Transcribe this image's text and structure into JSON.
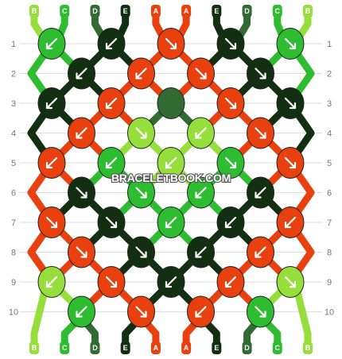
{
  "watermark": "BRACELETBOOK.COM",
  "colors": {
    "A": "#e8400f",
    "B": "#96de3c",
    "C": "#2ebd31",
    "D": "#316b32",
    "E": "#132f11"
  },
  "top_letters": [
    "B",
    "C",
    "D",
    "E",
    "A",
    "A",
    "E",
    "D",
    "C",
    "B"
  ],
  "bottom_letters": [
    "B",
    "C",
    "D",
    "E",
    "A",
    "A",
    "E",
    "D",
    "C",
    "B"
  ],
  "row_numbers": [
    "1",
    "2",
    "3",
    "4",
    "5",
    "6",
    "7",
    "8",
    "9",
    "10"
  ],
  "knots": [
    {
      "row": 1,
      "col": 1,
      "color": "C",
      "dir": "down-left"
    },
    {
      "row": 1,
      "col": 3,
      "color": "E",
      "dir": "down-left"
    },
    {
      "row": 1,
      "col": 5,
      "color": "A",
      "dir": "down-right"
    },
    {
      "row": 1,
      "col": 7,
      "color": "E",
      "dir": "down-right"
    },
    {
      "row": 1,
      "col": 9,
      "color": "C",
      "dir": "down-right"
    },
    {
      "row": 2,
      "col": 2,
      "color": "E",
      "dir": "down-left"
    },
    {
      "row": 2,
      "col": 4,
      "color": "A",
      "dir": "down-left"
    },
    {
      "row": 2,
      "col": 6,
      "color": "A",
      "dir": "down-right"
    },
    {
      "row": 2,
      "col": 8,
      "color": "E",
      "dir": "down-right"
    },
    {
      "row": 3,
      "col": 1,
      "color": "E",
      "dir": "down-left"
    },
    {
      "row": 3,
      "col": 3,
      "color": "A",
      "dir": "down-left"
    },
    {
      "row": 3,
      "col": 5,
      "color": "D",
      "dir": "none"
    },
    {
      "row": 3,
      "col": 7,
      "color": "A",
      "dir": "down-right"
    },
    {
      "row": 3,
      "col": 9,
      "color": "E",
      "dir": "down-right"
    },
    {
      "row": 4,
      "col": 2,
      "color": "A",
      "dir": "down-left"
    },
    {
      "row": 4,
      "col": 4,
      "color": "B",
      "dir": "down-right"
    },
    {
      "row": 4,
      "col": 6,
      "color": "B",
      "dir": "down-left"
    },
    {
      "row": 4,
      "col": 8,
      "color": "A",
      "dir": "down-right"
    },
    {
      "row": 5,
      "col": 1,
      "color": "A",
      "dir": "down-left"
    },
    {
      "row": 5,
      "col": 3,
      "color": "C",
      "dir": "down-left"
    },
    {
      "row": 5,
      "col": 5,
      "color": "B",
      "dir": "down-left"
    },
    {
      "row": 5,
      "col": 7,
      "color": "C",
      "dir": "down-right"
    },
    {
      "row": 5,
      "col": 9,
      "color": "A",
      "dir": "down-right"
    },
    {
      "row": 6,
      "col": 2,
      "color": "E",
      "dir": "down-right"
    },
    {
      "row": 6,
      "col": 4,
      "color": "C",
      "dir": "down-right"
    },
    {
      "row": 6,
      "col": 6,
      "color": "C",
      "dir": "down-left"
    },
    {
      "row": 6,
      "col": 8,
      "color": "E",
      "dir": "down-left"
    },
    {
      "row": 7,
      "col": 1,
      "color": "A",
      "dir": "down-right"
    },
    {
      "row": 7,
      "col": 3,
      "color": "E",
      "dir": "down-right"
    },
    {
      "row": 7,
      "col": 5,
      "color": "C",
      "dir": "down-left"
    },
    {
      "row": 7,
      "col": 7,
      "color": "E",
      "dir": "down-left"
    },
    {
      "row": 7,
      "col": 9,
      "color": "A",
      "dir": "down-left"
    },
    {
      "row": 8,
      "col": 2,
      "color": "A",
      "dir": "down-right"
    },
    {
      "row": 8,
      "col": 4,
      "color": "E",
      "dir": "down-right"
    },
    {
      "row": 8,
      "col": 6,
      "color": "E",
      "dir": "down-left"
    },
    {
      "row": 8,
      "col": 8,
      "color": "A",
      "dir": "down-left"
    },
    {
      "row": 9,
      "col": 1,
      "color": "B",
      "dir": "down-left"
    },
    {
      "row": 9,
      "col": 3,
      "color": "A",
      "dir": "down-right"
    },
    {
      "row": 9,
      "col": 5,
      "color": "E",
      "dir": "down-left"
    },
    {
      "row": 9,
      "col": 7,
      "color": "A",
      "dir": "down-left"
    },
    {
      "row": 9,
      "col": 9,
      "color": "B",
      "dir": "down-right"
    },
    {
      "row": 10,
      "col": 2,
      "color": "C",
      "dir": "down-left"
    },
    {
      "row": 10,
      "col": 4,
      "color": "A",
      "dir": "down-right"
    },
    {
      "row": 10,
      "col": 6,
      "color": "A",
      "dir": "down-left"
    },
    {
      "row": 10,
      "col": 8,
      "color": "C",
      "dir": "down-right"
    }
  ]
}
